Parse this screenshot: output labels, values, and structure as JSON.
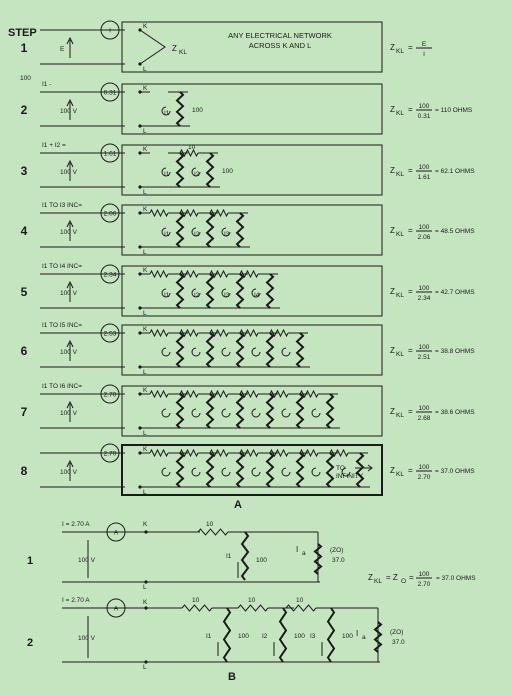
{
  "header": {
    "step_label": "STEP"
  },
  "section_a": {
    "label": "A",
    "steps": [
      {
        "number": "1",
        "meter": "I",
        "source": "E",
        "current_label": "",
        "box_text_1": "ANY ELECTRICAL NETWORK",
        "box_text_2": "ACROSS K AND L",
        "formula_lhs": "Z",
        "formula_sub": "KL",
        "formula_num": "E",
        "formula_den": "I",
        "formula_result": "",
        "extra_label": "",
        "resistors": 0
      },
      {
        "number": "2",
        "meter": "0.31",
        "source": "100 V",
        "current_label": "I1 -",
        "branch_labels": [
          "I1"
        ],
        "series_label": "",
        "shunt_label": "100",
        "extra_label": "100",
        "formula_lhs": "Z",
        "formula_sub": "KL",
        "formula_num": "100",
        "formula_den": "0.31",
        "formula_result": "= 110 OHMS",
        "resistors": 1
      },
      {
        "number": "3",
        "meter": "1.61",
        "source": "100 V",
        "current_label": "I1 + I2 =",
        "branch_labels": [
          "I1",
          "I2"
        ],
        "series_label": "10",
        "shunt_label": "100",
        "extra_label": "",
        "formula_lhs": "Z",
        "formula_sub": "KL",
        "formula_num": "100",
        "formula_den": "1.61",
        "formula_result": "= 62.1 OHMS",
        "resistors": 2
      },
      {
        "number": "4",
        "meter": "2.06",
        "source": "100 V",
        "current_label": "I1 TO I3 INC=",
        "branch_labels": [
          "I1",
          "I2",
          "I3"
        ],
        "series_label": "",
        "shunt_label": "",
        "extra_label": "",
        "formula_lhs": "Z",
        "formula_sub": "KL",
        "formula_num": "100",
        "formula_den": "2.06",
        "formula_result": "= 48.5 OHMS",
        "resistors": 3
      },
      {
        "number": "5",
        "meter": "2.34",
        "source": "100 V",
        "current_label": "I1 TO I4 INC=",
        "branch_labels": [
          "I1",
          "I2",
          "I3",
          "I4"
        ],
        "series_label": "",
        "shunt_label": "",
        "extra_label": "",
        "formula_lhs": "Z",
        "formula_sub": "KL",
        "formula_num": "100",
        "formula_den": "2.34",
        "formula_result": "= 42.7 OHMS",
        "resistors": 4
      },
      {
        "number": "6",
        "meter": "2.53",
        "source": "100 V",
        "current_label": "I1 TO I5 INC=",
        "branch_labels": [],
        "series_label": "",
        "shunt_label": "",
        "extra_label": "",
        "formula_lhs": "Z",
        "formula_sub": "KL",
        "formula_num": "100",
        "formula_den": "2.51",
        "formula_result": "= 38.8 OHMS",
        "resistors": 5
      },
      {
        "number": "7",
        "meter": "2.70",
        "source": "100 V",
        "current_label": "I1 TO I6 INC=",
        "branch_labels": [],
        "series_label": "",
        "shunt_label": "",
        "extra_label": "",
        "formula_lhs": "Z",
        "formula_sub": "KL",
        "formula_num": "100",
        "formula_den": "2.68",
        "formula_result": "= 38.6 OHMS",
        "resistors": 6
      },
      {
        "number": "8",
        "meter": "2.70",
        "source": "100 V",
        "current_label": "",
        "branch_labels": [],
        "series_label": "",
        "shunt_label": "",
        "extra_label": "",
        "infinity_1": "TO",
        "infinity_2": "INFINITY",
        "formula_lhs": "Z",
        "formula_sub": "KL",
        "formula_num": "100",
        "formula_den": "2.70",
        "formula_result": "= 37.0 OHMS",
        "resistors": 7
      }
    ],
    "node_k": "K",
    "node_l": "L",
    "zkl_label": "Z",
    "zkl_sub": "KL"
  },
  "section_b": {
    "label": "B",
    "circuit_1": {
      "number": "1",
      "current": "I = 2.70 A",
      "meter": "A",
      "source": "100 V",
      "series": "10",
      "shunt": "100",
      "branch": "I1",
      "load_current": "I",
      "load_sub": "a",
      "load_name": "(Z",
      "load_name_sub": "O",
      "load_name_close": ")",
      "load_value": "37.0",
      "formula_lhs": "Z",
      "formula_sub": "KL",
      "formula_mid": "= Z",
      "formula_mid_sub": "O",
      "formula_num": "100",
      "formula_den": "2.70",
      "formula_result": "= 37.0 OHMS"
    },
    "circuit_2": {
      "number": "2",
      "current": "I = 2.70 A",
      "meter": "A",
      "source": "100 V",
      "series": [
        "10",
        "10",
        "10"
      ],
      "shunts": [
        "100",
        "100",
        "100"
      ],
      "branches": [
        "I1",
        "I2",
        "I3"
      ],
      "load_current": "I",
      "load_sub": "a",
      "load_name": "(Z",
      "load_name_sub": "O",
      "load_name_close": ")",
      "load_value": "37.0"
    }
  }
}
